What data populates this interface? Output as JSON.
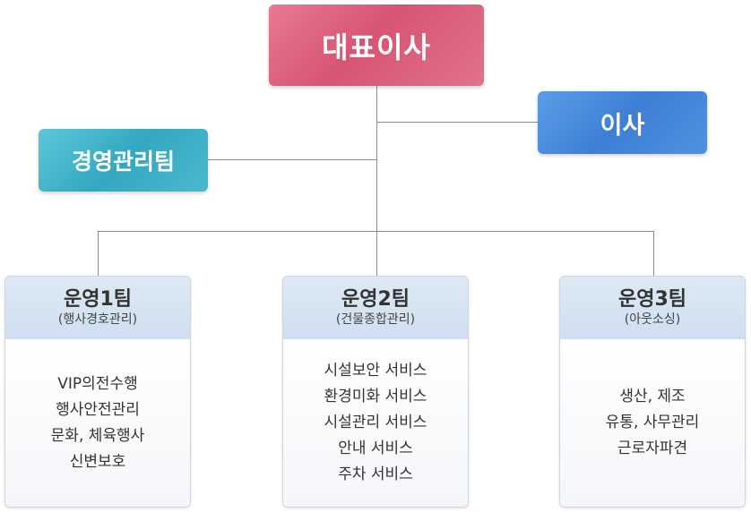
{
  "org": {
    "ceo": "대표이사",
    "director": "이사",
    "management": "경영관리팀",
    "teams": [
      {
        "name": "운영1팀",
        "sub": "(행사경호관리)",
        "duties": [
          "VIP의전수행",
          "행사안전관리",
          "문화, 체육행사",
          "신변보호"
        ]
      },
      {
        "name": "운영2팀",
        "sub": "(건물종합관리)",
        "duties": [
          "시설보안 서비스",
          "환경미화 서비스",
          "시설관리 서비스",
          "안내 서비스",
          "주차 서비스"
        ]
      },
      {
        "name": "운영3팀",
        "sub": "(아웃소싱)",
        "duties": [
          "생산, 제조",
          "유통, 사무관리",
          "근로자파견"
        ]
      }
    ]
  },
  "colors": {
    "ceo": "#d65572",
    "director": "#3e7fd6",
    "management": "#33a8c0",
    "team_header": "#d5e4f2",
    "connector": "#888888"
  }
}
